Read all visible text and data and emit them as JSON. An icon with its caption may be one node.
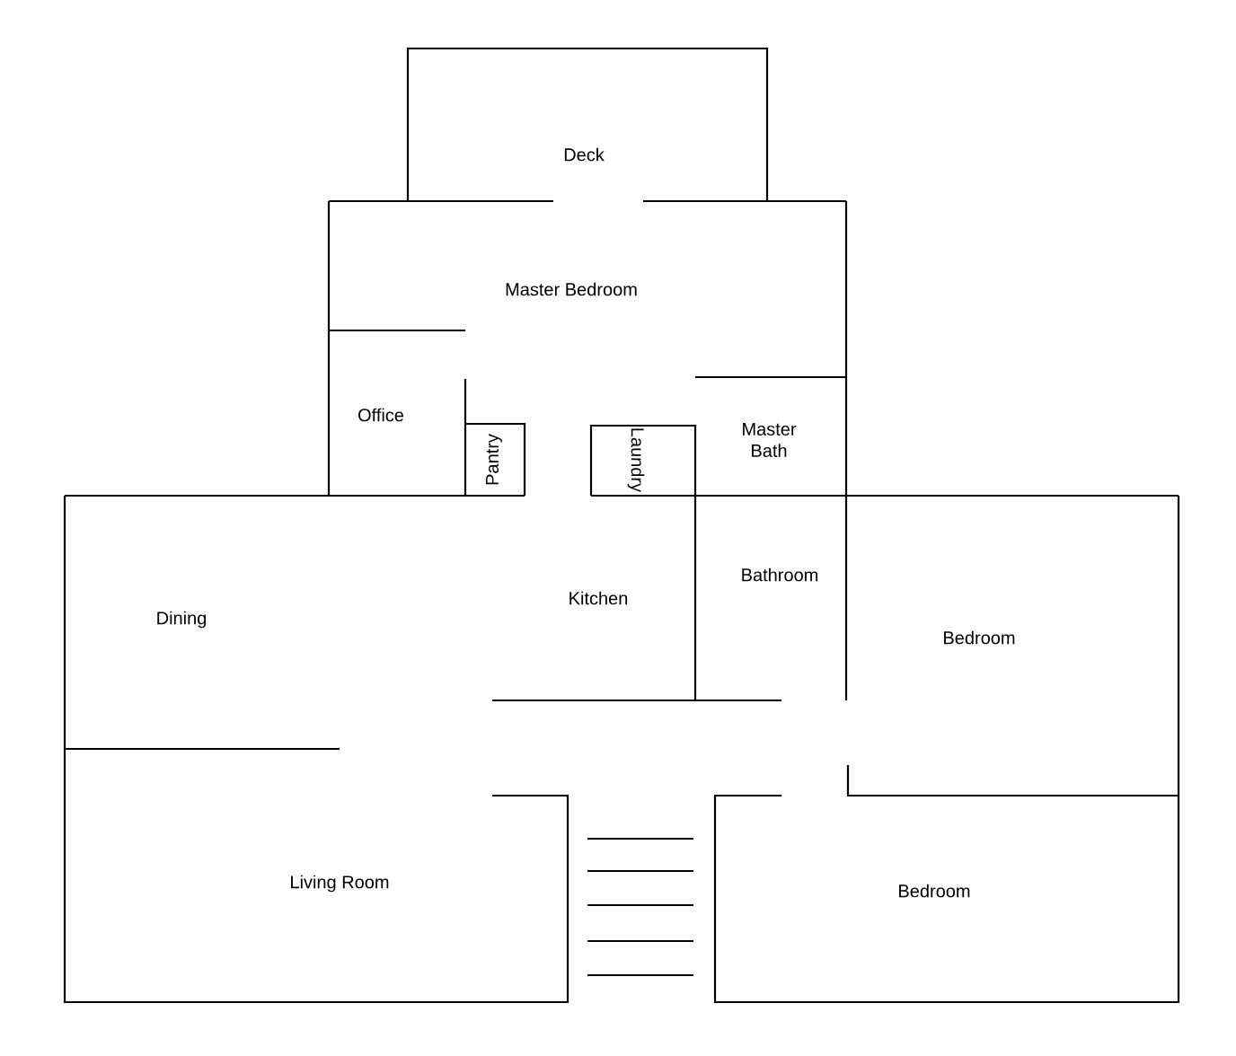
{
  "diagram": {
    "labels": [
      "Deck",
      "Master Bedroom",
      "Office",
      "Pantry",
      "Laundry",
      "Master Bath",
      "Kitchen",
      "Bathroom",
      "Dining",
      "Bedroom",
      "Living Room",
      "Bedroom"
    ]
  }
}
